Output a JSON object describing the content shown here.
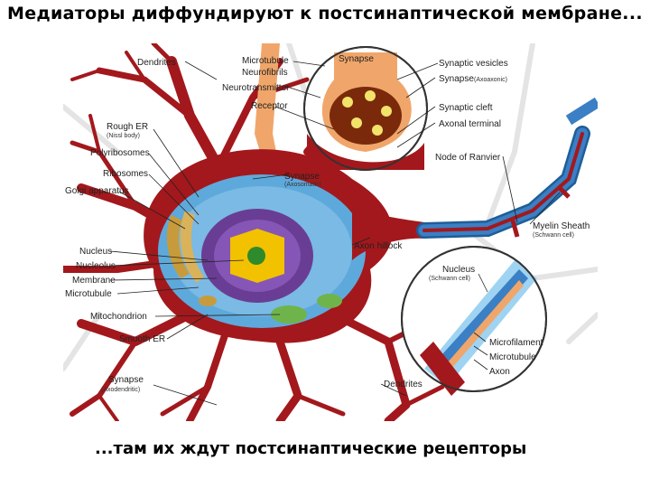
{
  "slide": {
    "title": "Медиаторы диффундируют к постсинаптической мембране...",
    "caption": "...там их ждут постсинаптические рецепторы"
  },
  "labels": {
    "dendrites_top": "Dendrites",
    "microtubule_top": "Microtubule",
    "neurofibrils": "Neurofibrils",
    "neurotransmitter": "Neurotransmitter",
    "receptor": "Receptor",
    "rough_er": "Rough ER",
    "nissl_body": "(Nissl body)",
    "polyribosomes": "Polyribosomes",
    "ribosomes": "Ribosomes",
    "golgi": "Golgi apparatus",
    "synapse_axosomatic": "Synapse",
    "axosomatic": "(Axosomatic)",
    "nucleus": "Nucleus",
    "nucleolus": "Nucleolus",
    "membrane": "Membrane",
    "microtubule_left": "Microtubule",
    "mitochondrion": "Mitochondrion",
    "smooth_er": "Smooth ER",
    "synapse_axodendritic": "Synapse",
    "axodendritic": "(Axodendritic)",
    "dendrites_bottom": "Dendrites",
    "axon_hillock": "Axon hillock",
    "synapse_inset": "Synapse",
    "synaptic_vesicles": "Synaptic vesicles",
    "synapse_axoaxonic": "Synapse",
    "axoaxonic": "(Axoaxonic)",
    "synaptic_cleft": "Synaptic cleft",
    "axonal_terminal": "Axonal terminal",
    "node_of_ranvier": "Node of Ranvier",
    "myelin_sheath": "Myelin Sheath",
    "schwann_cell": "(Schwann cell)",
    "nucleus_schwann": "Nucleus",
    "schwann_cell_2": "(Schwann cell)",
    "microfilament": "Microfilament",
    "microtubule_inset": "Microtubule",
    "axon": "Axon"
  },
  "colors": {
    "neuron": "#a3181c",
    "dendrite_bg": "#e9e9e9",
    "cytoplasm": "#5ea9db",
    "nucleus": "#6a3d94",
    "nucleolus_inner": "#f2c100",
    "nucleolus_core": "#2f8a2b",
    "golgi": "#c79b3b",
    "myelin": "#3b7fc4",
    "terminal": "#f0a66a",
    "inset_border": "#333333"
  }
}
